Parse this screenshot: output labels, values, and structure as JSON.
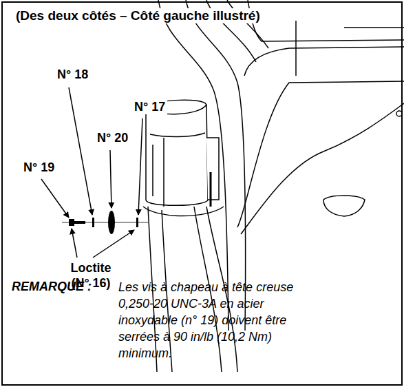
{
  "diagram": {
    "title": "(Des deux côtés – Côté gauche illustré)",
    "labels": [
      "N° 18",
      "N° 17",
      "N° 20",
      "N° 19",
      "Loctite (N° 16)",
      "REMARQUE :",
      "Les vis à chapeau à tête creuse 0,250-20 UNC-3A en acier inoxydable (n° 19) doivent être serrées à 90 in/lb (10,2 Nm) minimum."
    ]
  }
}
